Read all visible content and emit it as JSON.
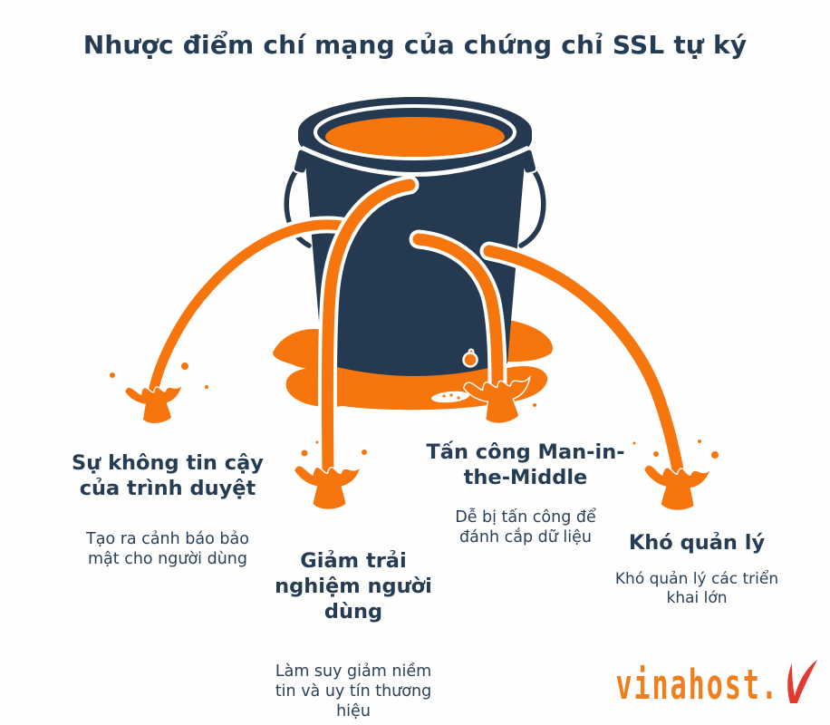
{
  "title": "Nhược điểm chí mạng của chứng chỉ SSL tự ký",
  "colors": {
    "navy": "#253950",
    "orange": "#f7750d",
    "text": "#253c55",
    "background": "#fefefe",
    "logo_orange": "#ef7f1c",
    "logo_red": "#e23a2e"
  },
  "items": [
    {
      "heading": "Sự không tin cậy của trình duyệt",
      "description": "Tạo ra cảnh báo bảo mật cho người dùng"
    },
    {
      "heading": "Giảm trải nghiệm người dùng",
      "description": "Làm suy giảm niềm tin và uy tín thương hiệu"
    },
    {
      "heading": "Tấn công Man-in-the-Middle",
      "description": "Dễ bị tấn công để đánh cắp dữ liệu"
    },
    {
      "heading": "Khó quản lý",
      "description": "Khó quản lý các triển khai lớn"
    }
  ],
  "logo": {
    "text": "vinahost.",
    "mark": "V"
  }
}
